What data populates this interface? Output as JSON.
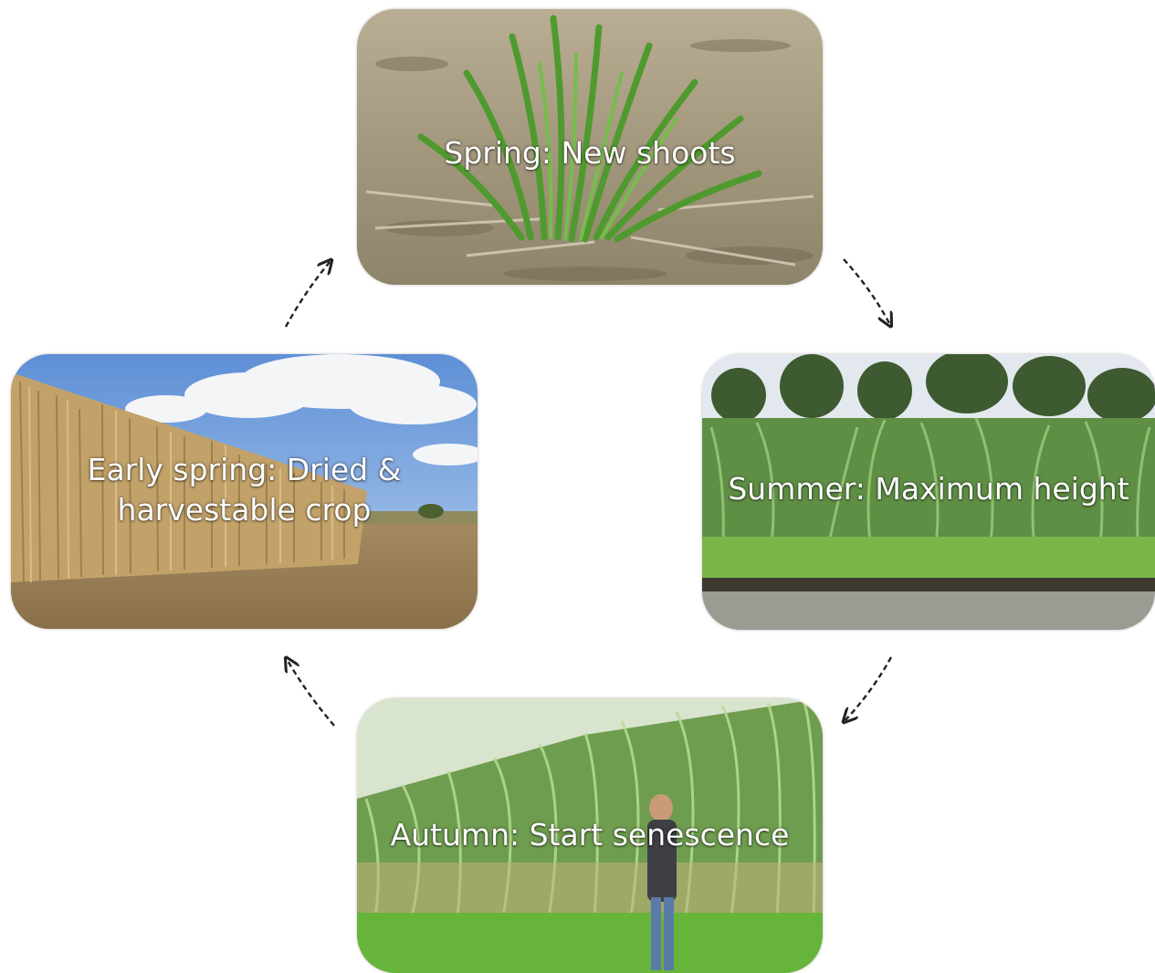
{
  "stages": {
    "spring": {
      "caption": "Spring: New shoots",
      "photo": "young-miscanthus-shoots-photo"
    },
    "summer": {
      "caption": "Summer: Maximum height",
      "photo": "tall-green-miscanthus-photo"
    },
    "autumn": {
      "caption": "Autumn: Start senescence",
      "photo": "man-beside-miscanthus-photo"
    },
    "early_spring": {
      "caption_lines": [
        "Early spring: Dried &",
        "harvestable crop"
      ],
      "photo": "dried-miscanthus-photo"
    }
  },
  "colors": {
    "caption_text": "#ffffff",
    "arrow": "#222222",
    "sky": "#8fb6e6",
    "dry_crop": "#b8945a",
    "green_crop": "#4f7f3a"
  },
  "icons": {
    "cycle_arrow": "dashed-curved-arrow-icon"
  }
}
